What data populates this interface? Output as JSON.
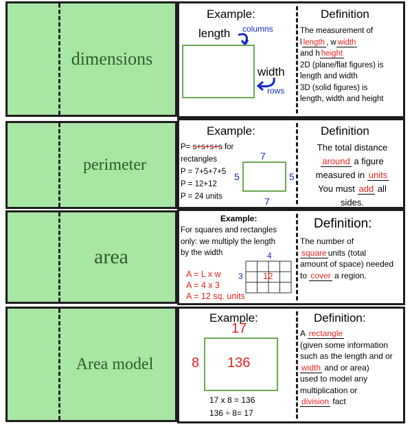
{
  "rows": [
    {
      "term": "dimensions",
      "example_heading": "Example:",
      "definition_heading": "Definition",
      "diagram": {
        "length": "length",
        "width": "width",
        "columns": "columns",
        "rows": "rows"
      },
      "definition": {
        "line1": "The measurement of",
        "l_prefix": "l",
        "l_fill": "length",
        "w_prefix": ", w",
        "w_fill": "width",
        "h_prefix": "and h",
        "h_fill": "height",
        "line4": "2D (plane/flat figures) is",
        "line5": "length and width",
        "line6": "3D (solid figures) is",
        "line7": "length, width and height"
      }
    },
    {
      "term": "perimeter",
      "example_heading": "Example:",
      "definition_heading": "Definition",
      "work": {
        "line1_prefix": "P= ",
        "line1_strike": "s+s+s+s",
        "line1_suffix": " for rectangles",
        "line2": "P = 7+5+7+5",
        "line3": "P = 12+12",
        "line4": "P = 24 units"
      },
      "sides": {
        "top": "7",
        "bottom": "7",
        "left": "5",
        "right": "5"
      },
      "definition": {
        "line1": "The total distance",
        "fill1": "around",
        "line2_suffix": "a figure",
        "line3_prefix": "measured in",
        "fill2": "units",
        "line4_prefix": "You must",
        "fill3": "add",
        "line4_suffix": "all",
        "line5": "sides."
      }
    },
    {
      "term": "area",
      "example_heading": "Example:",
      "definition_heading": "Definition:",
      "work": {
        "line1": "For squares and rectangles",
        "line2": "only: we multiply the length",
        "line3": "by the width",
        "eq1": "A = L x w",
        "eq2": "A = 4 x 3",
        "eq3": "A = 12 sq. units"
      },
      "grid": {
        "top": "4",
        "left": "3",
        "center": "12"
      },
      "definition": {
        "line1": "The number of",
        "fill1": "square",
        "line2_suffix": "units (total",
        "line3": "amount of space) needed",
        "line4_prefix": "to",
        "fill2": "cover",
        "line4_suffix": "a region."
      }
    },
    {
      "term": "Area model",
      "example_heading": "Example:",
      "definition_heading": "Definition:",
      "model": {
        "top": "17",
        "left": "8",
        "center": "136"
      },
      "eq1": "17 x 8 = 136",
      "eq2": "136 ÷ 8= 17",
      "definition": {
        "a_prefix": "A",
        "fill1": "rectangle",
        "line2": "(given some information",
        "line3": "such as the length and or",
        "fill2": "width",
        "line4_suffix": "and or area)",
        "line5": "used to model any",
        "line6": "multiplication or",
        "fill3": "division",
        "line7_suffix": "fact"
      }
    }
  ]
}
